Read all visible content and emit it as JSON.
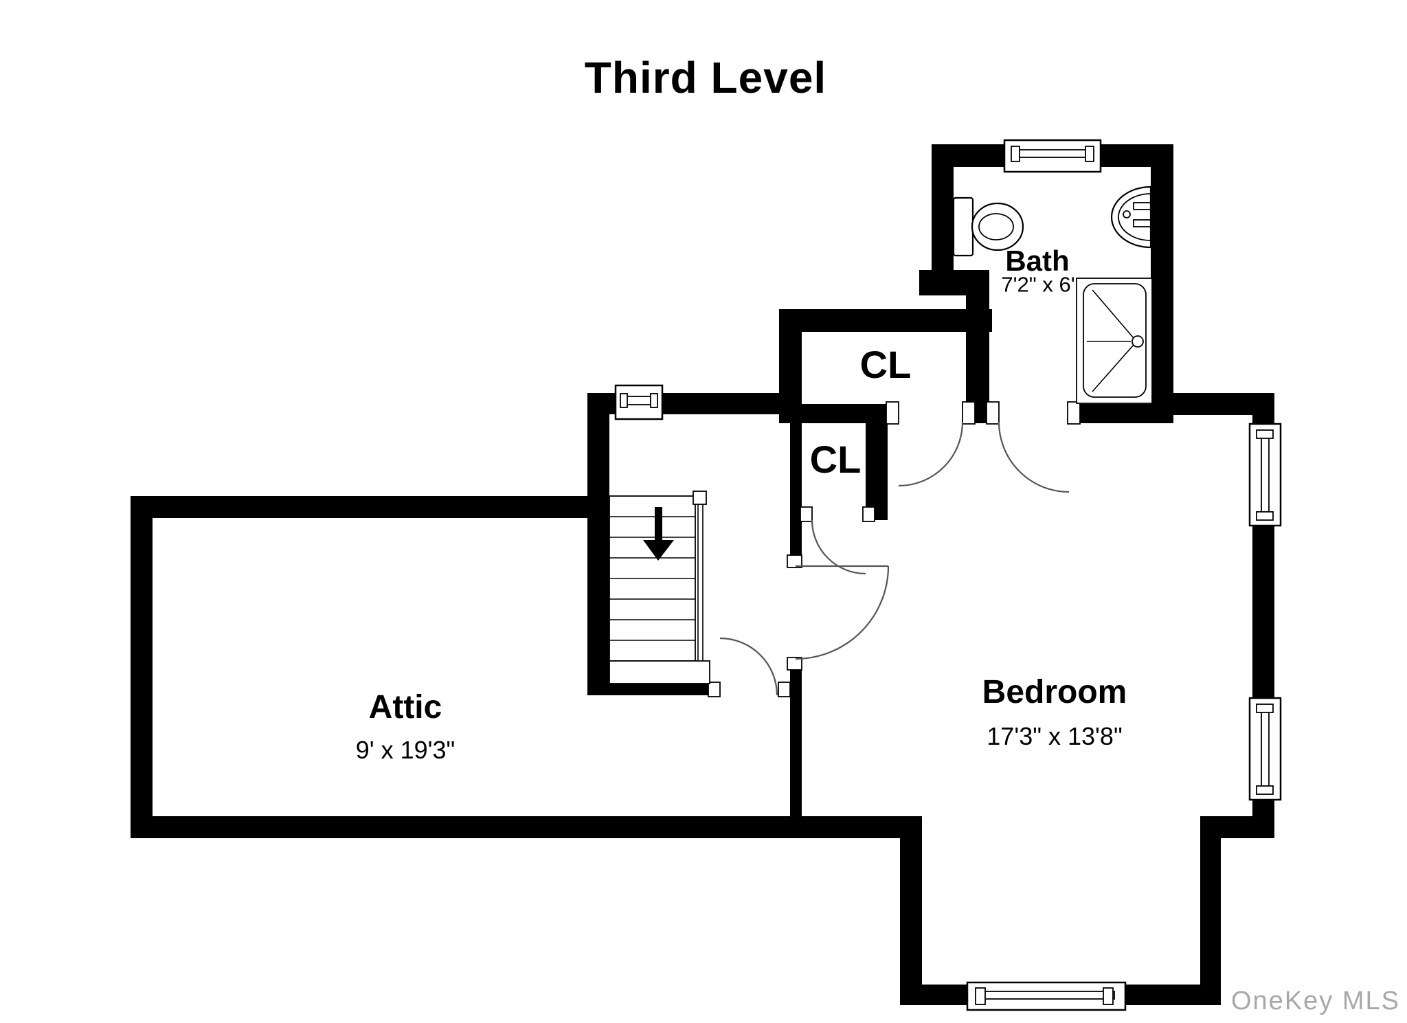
{
  "title": "Third Level",
  "watermark": "OneKey MLS",
  "rooms": {
    "attic": {
      "name": "Attic",
      "dims": "9' x 19'3\""
    },
    "bedroom": {
      "name": "Bedroom",
      "dims": "17'3\" x 13'8\""
    },
    "bath": {
      "name": "Bath",
      "dims": "7'2\" x 6'"
    },
    "closet_upper": {
      "name": "CL"
    },
    "closet_lower": {
      "name": "CL"
    }
  },
  "icons": {
    "stairs_down_arrow": "down-arrow",
    "toilet": "toilet-plan-symbol",
    "sink": "sink-plan-symbol",
    "shower": "shower-plan-symbol",
    "window": "double-line-window-symbol",
    "door": "quarter-arc-door-symbol"
  },
  "colors": {
    "wall": "#000000",
    "background": "#ffffff",
    "door_arc": "#555555",
    "watermark": "#a8a8a8"
  }
}
